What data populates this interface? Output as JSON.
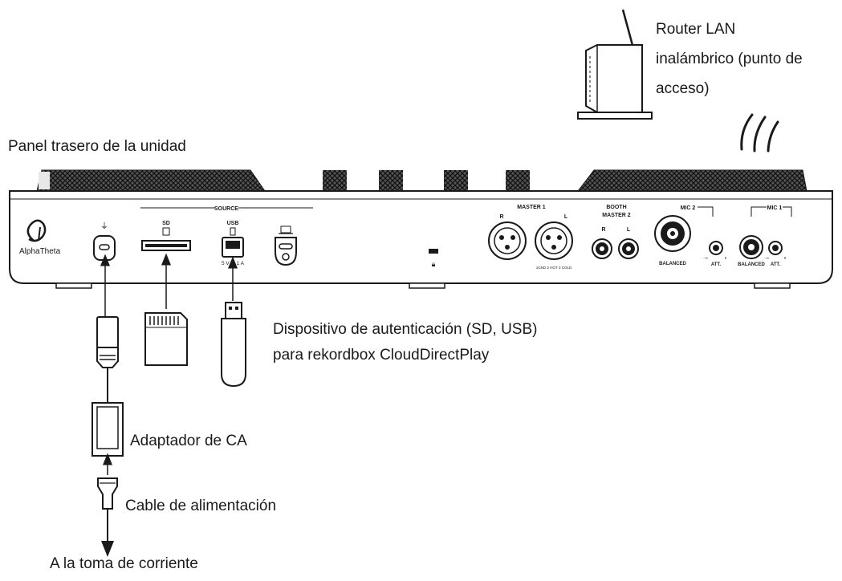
{
  "labels": {
    "router_line1": "Router LAN",
    "router_line2": "inalámbrico (punto de",
    "router_line3": "acceso)",
    "rear_panel": "Panel trasero de la unidad",
    "auth_line1": "Dispositivo de autenticación (SD, USB)",
    "auth_line2": "para rekordbox CloudDirectPlay",
    "ac_adapter": "Adaptador de CA",
    "power_cable": "Cable de alimentación",
    "outlet": "A la toma de corriente"
  },
  "panel": {
    "brand": "AlphaTheta",
    "source": "SOURCE",
    "sd": "SD",
    "usb": "USB",
    "usb_rating": "5 V ⎓ 1 A",
    "master1": "MASTER 1",
    "r": "R",
    "l": "L",
    "xlr_pins": "1GND  2 HOT  3 COLD",
    "booth": "BOOTH",
    "master2": "MASTER 2",
    "mic2": "MIC 2",
    "mic1": "MIC 1",
    "balanced": "BALANCED",
    "att": "ATT.",
    "knob_min": "−∞",
    "knob_max": "0"
  },
  "colors": {
    "line": "#1a1a1a",
    "knob_texture": "#3a3a3a",
    "panel_fill": "#ffffff"
  }
}
